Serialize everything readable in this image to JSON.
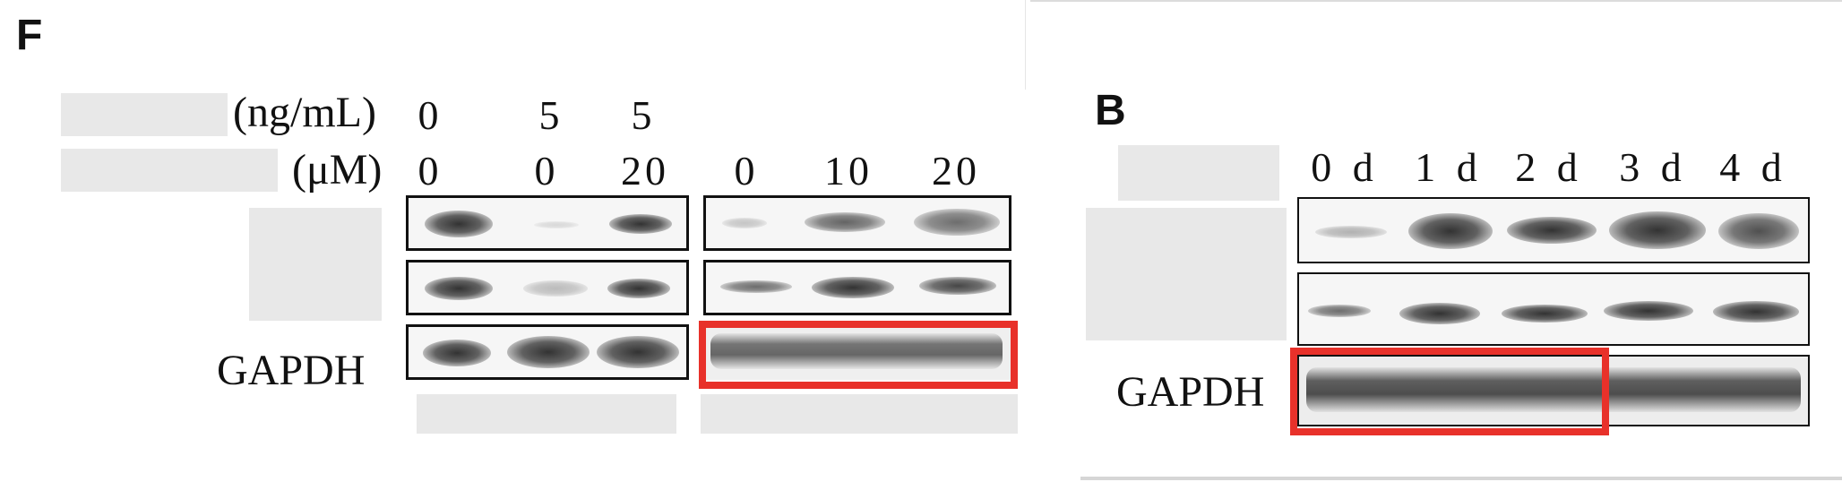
{
  "figure_F": {
    "panel_label": "F",
    "row1": {
      "unit": "(ng/mL)",
      "values": [
        "0",
        "5",
        "5"
      ]
    },
    "row2": {
      "unit": "(μM)",
      "values": [
        "0",
        "0",
        "20",
        "0",
        "10",
        "20"
      ]
    },
    "loading_control": "GAPDH",
    "blot_rows": 3,
    "lanes_left_group": 3,
    "lanes_right_group": 3,
    "highlight_color": "#e8312a"
  },
  "figure_B": {
    "panel_label": "B",
    "timepoints": [
      "0 d",
      "1 d",
      "2 d",
      "3 d",
      "4 d"
    ],
    "loading_control": "GAPDH",
    "blot_rows": 3,
    "highlight_color": "#e8312a"
  }
}
